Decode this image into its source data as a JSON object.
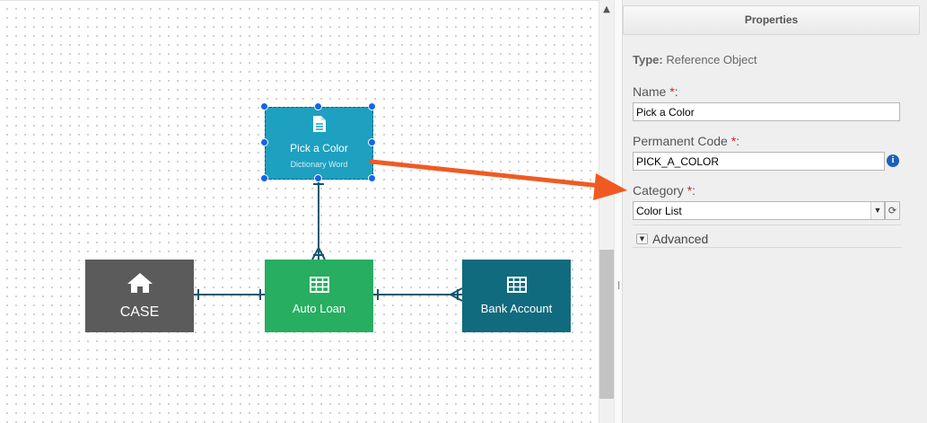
{
  "diagram": {
    "nodes": {
      "case": {
        "label": "CASE",
        "icon": "home-icon",
        "color": "#5b5b5b"
      },
      "auto_loan": {
        "label": "Auto Loan",
        "icon": "table-icon",
        "color": "#27ae60"
      },
      "bank_account": {
        "label": "Bank Account",
        "icon": "table-icon",
        "color": "#116b7e"
      },
      "pick_a_color": {
        "label": "Pick a Color",
        "sublabel": "Dictionary Word",
        "icon": "document-icon",
        "color": "#1ea0c0",
        "selected": true
      }
    },
    "links": [
      {
        "from": "CASE",
        "to": "Auto Loan",
        "type": "one-to-one"
      },
      {
        "from": "Auto Loan",
        "to": "Bank Account",
        "type": "one-to-many"
      },
      {
        "from": "Pick a Color",
        "to": "Auto Loan",
        "type": "one-to-many"
      }
    ],
    "annotation_arrow": {
      "color": "#f05a22",
      "points_to": "Category"
    }
  },
  "properties": {
    "title": "Properties",
    "type_label": "Type:",
    "type_value": "Reference Object",
    "name_label": "Name",
    "name_value": "Pick a Color",
    "code_label": "Permanent Code",
    "code_value": "PICK_A_COLOR",
    "category_label": "Category",
    "category_value": "Color List",
    "required_mark": "*",
    "suffix": ":",
    "advanced_label": "Advanced"
  }
}
